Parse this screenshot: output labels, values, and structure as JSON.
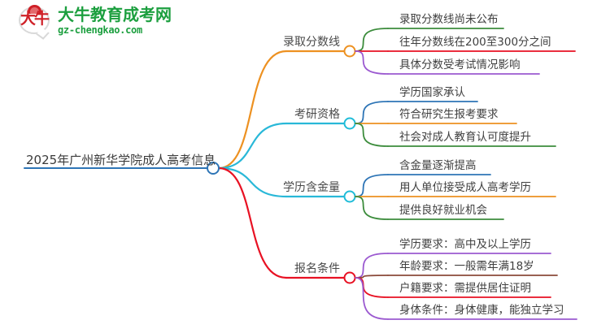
{
  "logo": {
    "mark_char": "大牛",
    "title": "大牛教育成考网",
    "subtitle": "gz-chengkao.com",
    "brand_green": "#1c9f3f",
    "brand_red": "#cf2027"
  },
  "mindmap": {
    "root": {
      "label": "2025年广州新华学院成人高考信息",
      "underline_color": "#2e75b6",
      "node_color": "#2e75b6"
    },
    "branches": [
      {
        "label": "录取分数线",
        "color": "#ed9121",
        "node_color": "#ed9121",
        "children": [
          {
            "label": "录取分数线尚未公布",
            "color": "#3c8c3c"
          },
          {
            "label": "往年分数线在200至300分之间",
            "color": "#e81123"
          },
          {
            "label": "具体分数受考试情况影响",
            "color": "#9b59d0"
          }
        ]
      },
      {
        "label": "考研资格",
        "color": "#29b8d8",
        "node_color": "#1fbcd8",
        "children": [
          {
            "label": "学历国家承认",
            "color": "#2e75b6"
          },
          {
            "label": "符合研究生报考要求",
            "color": "#ed9121"
          },
          {
            "label": "社会对成人教育认可度提升",
            "color": "#3c8c3c"
          }
        ]
      },
      {
        "label": "学历含金量",
        "color": "#29b8d8",
        "node_color": "#1fbcd8",
        "children": [
          {
            "label": "含金量逐渐提高",
            "color": "#2e75b6"
          },
          {
            "label": "用人单位接受成人高考学历",
            "color": "#ed9121"
          },
          {
            "label": "提供良好就业机会",
            "color": "#3c8c3c"
          }
        ]
      },
      {
        "label": "报名条件",
        "color": "#e81123",
        "node_color": "#e81123",
        "children": [
          {
            "label": "学历要求：高中及以上学历",
            "color": "#9b59d0"
          },
          {
            "label": "年龄要求：一般需年满18岁",
            "color": "#8b4a3a"
          },
          {
            "label": "户籍要求：需提供居住证明",
            "color": "#e81123"
          },
          {
            "label": "身体条件：身体健康，能独立学习",
            "color": "#9b59d0"
          }
        ]
      }
    ]
  }
}
